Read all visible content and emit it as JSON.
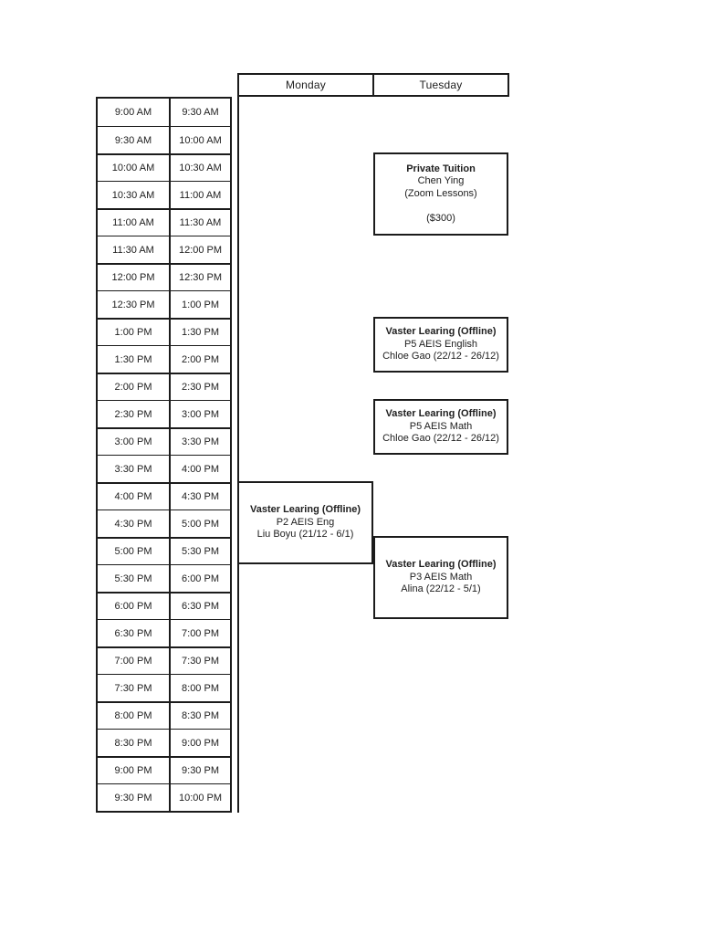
{
  "colors": {
    "background": "#ffffff",
    "border": "#1b1b1b",
    "text": "#202020"
  },
  "day_header": {
    "days": [
      "Monday",
      "Tuesday"
    ]
  },
  "time_table": {
    "rows": [
      {
        "start": "9:00 AM",
        "end": "9:30 AM"
      },
      {
        "start": "9:30 AM",
        "end": "10:00 AM"
      },
      {
        "start": "10:00 AM",
        "end": "10:30 AM"
      },
      {
        "start": "10:30 AM",
        "end": "11:00 AM"
      },
      {
        "start": "11:00 AM",
        "end": "11:30 AM"
      },
      {
        "start": "11:30 AM",
        "end": "12:00 PM"
      },
      {
        "start": "12:00 PM",
        "end": "12:30 PM"
      },
      {
        "start": "12:30 PM",
        "end": "1:00 PM"
      },
      {
        "start": "1:00 PM",
        "end": "1:30 PM"
      },
      {
        "start": "1:30 PM",
        "end": "2:00 PM"
      },
      {
        "start": "2:00 PM",
        "end": "2:30 PM"
      },
      {
        "start": "2:30 PM",
        "end": "3:00 PM"
      },
      {
        "start": "3:00 PM",
        "end": "3:30 PM"
      },
      {
        "start": "3:30 PM",
        "end": "4:00 PM"
      },
      {
        "start": "4:00 PM",
        "end": "4:30 PM"
      },
      {
        "start": "4:30 PM",
        "end": "5:00 PM"
      },
      {
        "start": "5:00 PM",
        "end": "5:30 PM"
      },
      {
        "start": "5:30 PM",
        "end": "6:00 PM"
      },
      {
        "start": "6:00 PM",
        "end": "6:30 PM"
      },
      {
        "start": "6:30 PM",
        "end": "7:00 PM"
      },
      {
        "start": "7:00 PM",
        "end": "7:30 PM"
      },
      {
        "start": "7:30 PM",
        "end": "8:00 PM"
      },
      {
        "start": "8:00 PM",
        "end": "8:30 PM"
      },
      {
        "start": "8:30 PM",
        "end": "9:00 PM"
      },
      {
        "start": "9:00 PM",
        "end": "9:30 PM"
      },
      {
        "start": "9:30 PM",
        "end": "10:00 PM"
      }
    ]
  },
  "events": [
    {
      "day": "Tuesday",
      "title": "Private Tuition",
      "lines": [
        "Chen Ying",
        "(Zoom Lessons)",
        "",
        "($300)"
      ],
      "start": "10:00 AM",
      "end": "11:30 AM"
    },
    {
      "day": "Tuesday",
      "title": "Vaster Learing (Offline)",
      "lines": [
        "P5 AEIS English",
        "Chloe Gao (22/12 - 26/12)"
      ],
      "start": "1:00 PM",
      "end": "2:00 PM"
    },
    {
      "day": "Tuesday",
      "title": "Vaster Learing (Offline)",
      "lines": [
        "P5 AEIS Math",
        "Chloe Gao (22/12 - 26/12)"
      ],
      "start": "2:30 PM",
      "end": "3:30 PM"
    },
    {
      "day": "Monday",
      "title": "Vaster Learing (Offline)",
      "lines": [
        "P2 AEIS Eng",
        "Liu Boyu (21/12 - 6/1)"
      ],
      "start": "4:00 PM",
      "end": "5:30 PM"
    },
    {
      "day": "Tuesday",
      "title": "Vaster Learing (Offline)",
      "lines": [
        "P3 AEIS Math",
        "Alina (22/12 - 5/1)"
      ],
      "start": "5:00 PM",
      "end": "6:30 PM"
    }
  ]
}
